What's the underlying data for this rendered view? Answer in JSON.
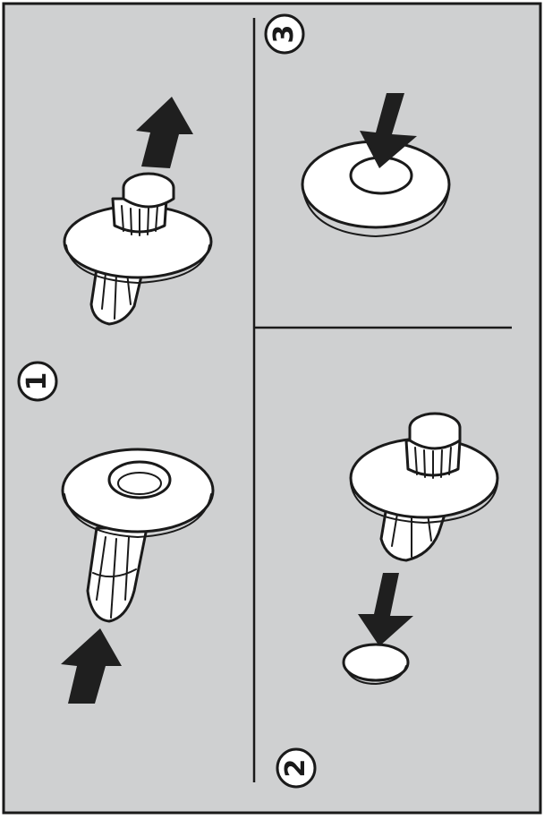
{
  "steps": [
    {
      "id": "step-1",
      "label": "1"
    },
    {
      "id": "step-2",
      "label": "2"
    },
    {
      "id": "step-3",
      "label": "3"
    }
  ],
  "colors": {
    "background": "#cfd0d1",
    "outline": "#1a1a1a",
    "part_fill": "#ffffff",
    "part_shade": "#e3e3e3",
    "arrow": "#1f1f1f"
  },
  "icons": {
    "arrow_up": "up-arrow-icon",
    "arrow_down": "down-arrow-icon"
  }
}
